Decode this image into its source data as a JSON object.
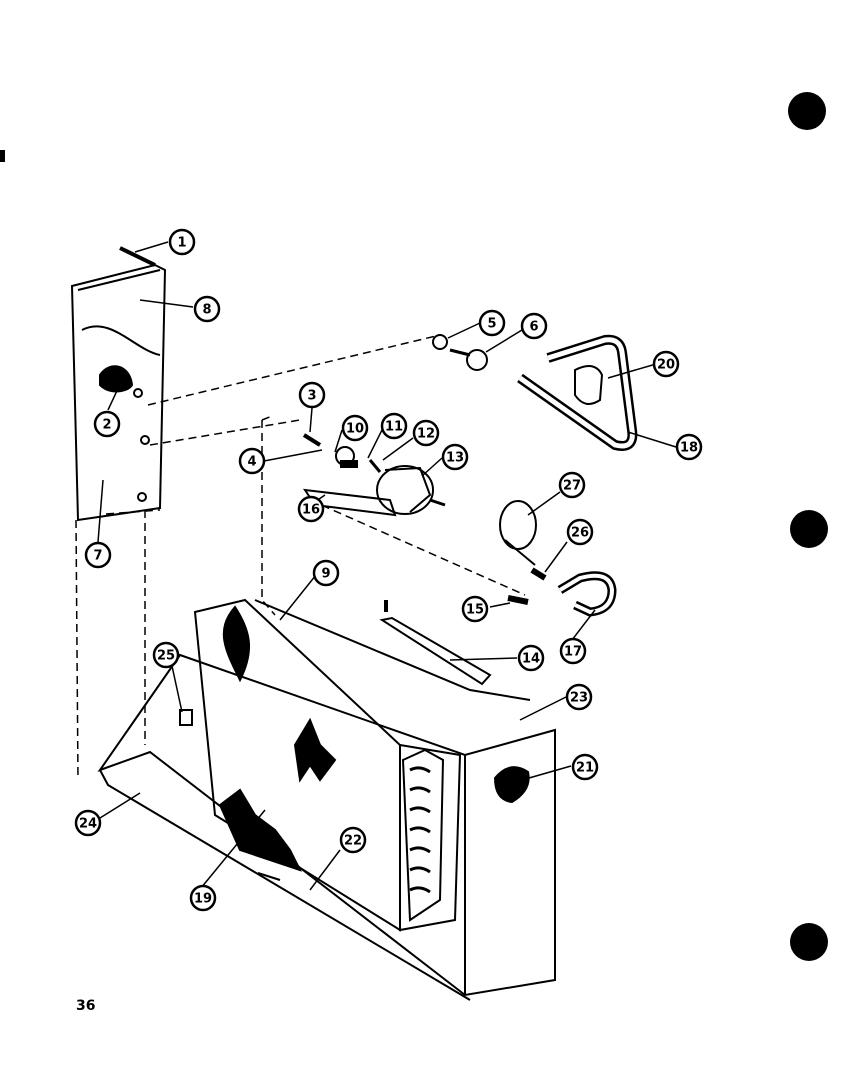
{
  "diagram": {
    "type": "exploded-parts-diagram",
    "callouts": [
      "1",
      "2",
      "3",
      "4",
      "5",
      "6",
      "7",
      "8",
      "9",
      "10",
      "11",
      "12",
      "13",
      "14",
      "15",
      "16",
      "17",
      "18",
      "19",
      "20",
      "21",
      "22",
      "23",
      "24",
      "25",
      "26",
      "27"
    ],
    "page_number": "36",
    "line_color": "#000000",
    "background_color": "#ffffff"
  }
}
